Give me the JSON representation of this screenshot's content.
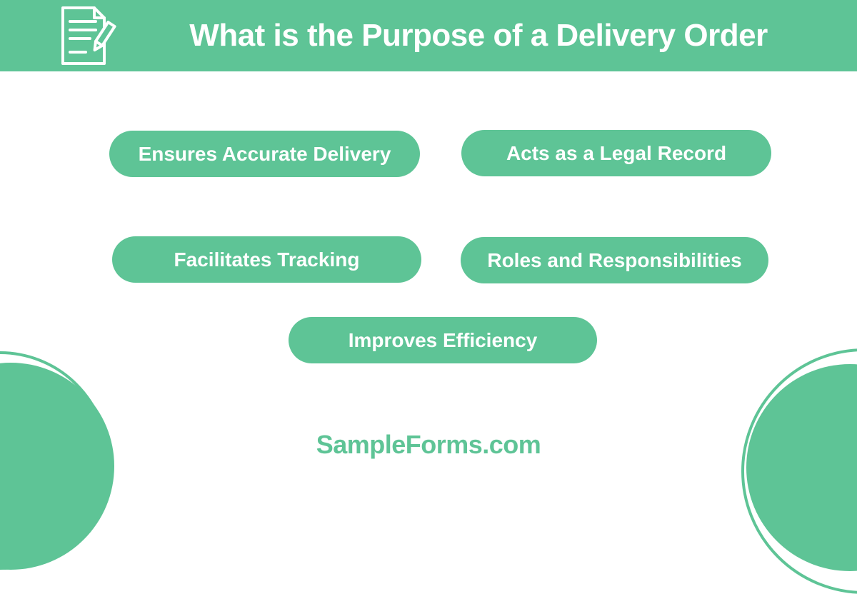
{
  "header": {
    "title": "What is the Purpose of a Delivery Order",
    "icon": "document-edit-icon"
  },
  "pills": [
    {
      "label": "Ensures Accurate Delivery"
    },
    {
      "label": "Acts as a Legal Record"
    },
    {
      "label": "Facilitates Tracking"
    },
    {
      "label": "Roles and Responsibilities"
    },
    {
      "label": "Improves Efficiency"
    }
  ],
  "footer": {
    "brand": "SampleForms.com"
  },
  "colors": {
    "green": "#5ec496",
    "text_on_green": "#ffffff",
    "background": "#ffffff"
  }
}
